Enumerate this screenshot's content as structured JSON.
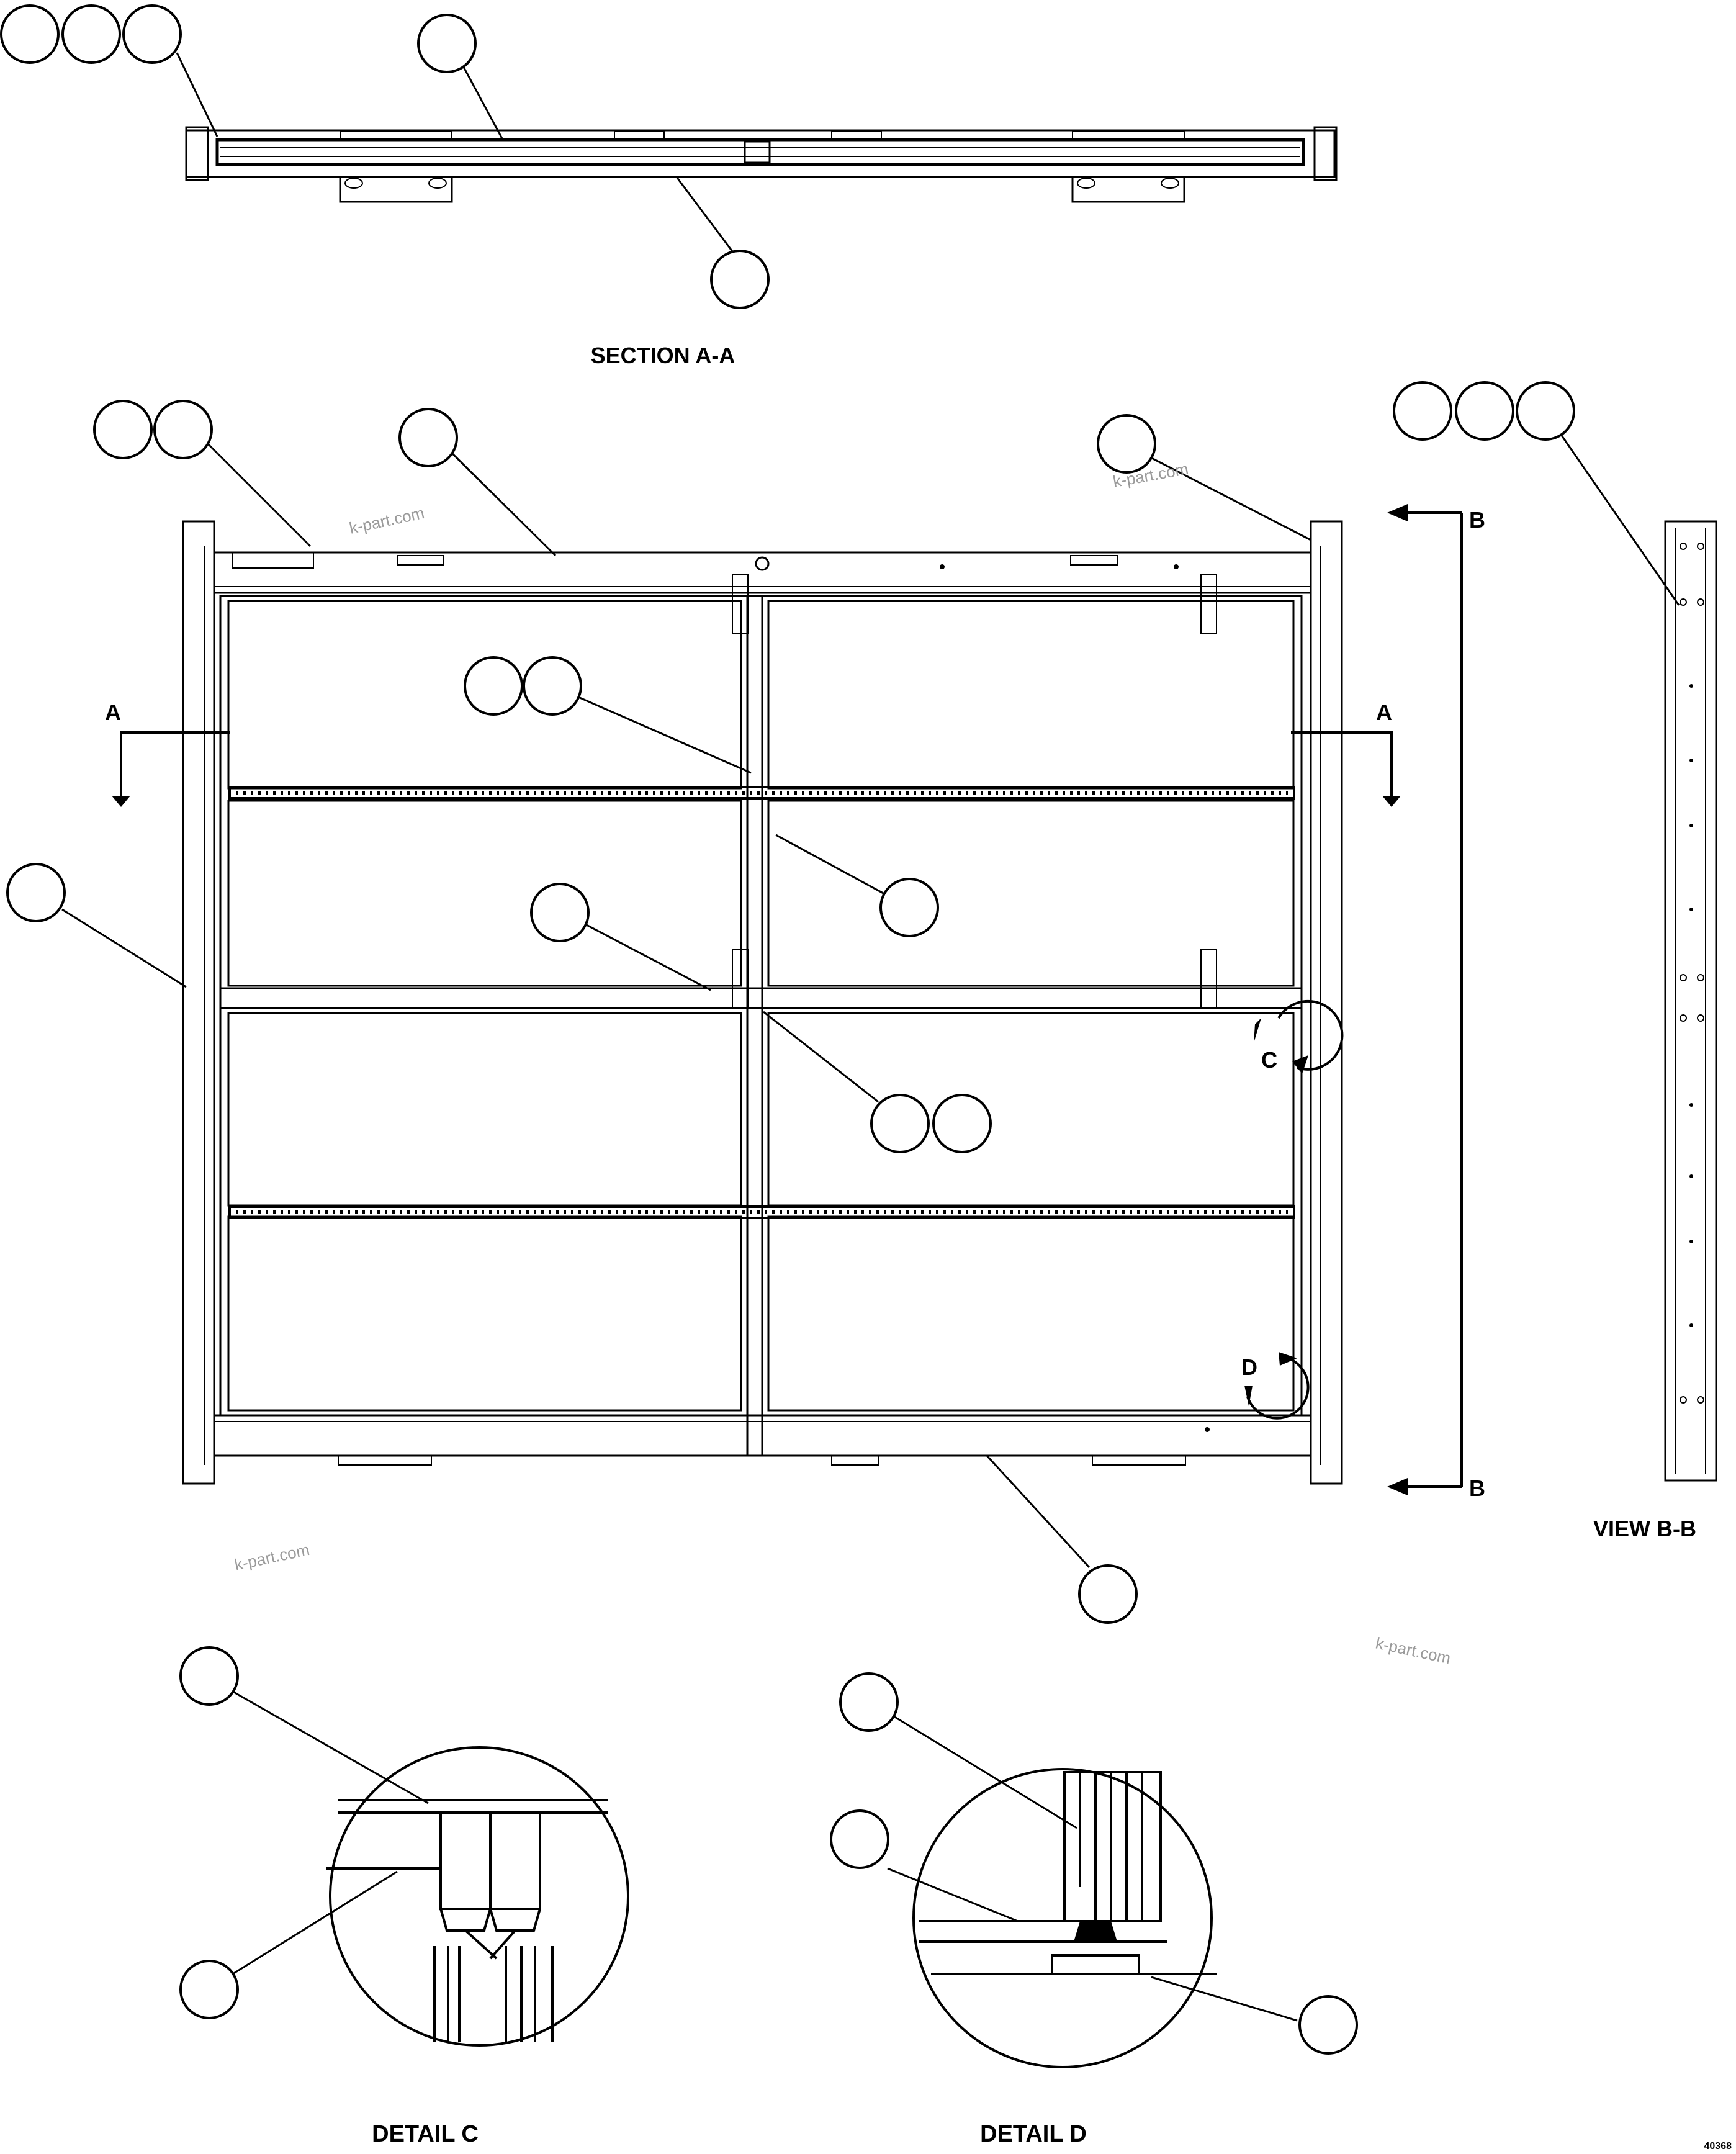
{
  "labels": {
    "section_aa": "SECTION A-A",
    "view_bb": "VIEW B-B",
    "detail_c": "DETAIL C",
    "detail_d": "DETAIL D",
    "letter_a": "A",
    "letter_b": "B",
    "letter_c": "C",
    "letter_d": "D",
    "drawing_number": "40368"
  },
  "watermark": "k-part.com",
  "colors": {
    "line": "#000000",
    "background": "#ffffff",
    "watermark": "#9a9a9a"
  }
}
